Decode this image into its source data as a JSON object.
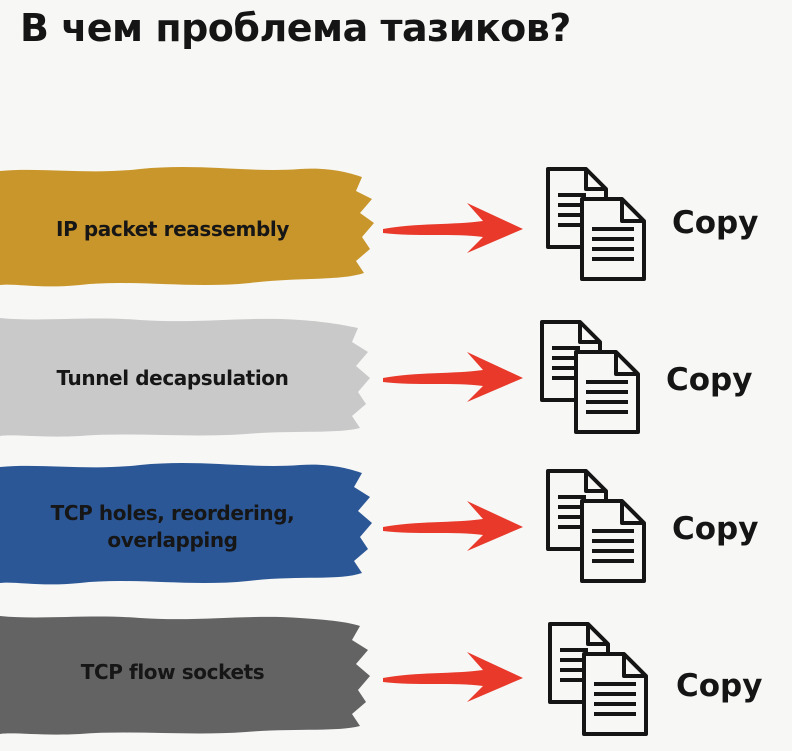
{
  "title": "В чем проблема тазиков?",
  "icons": {
    "arrow": "red-arrow-icon",
    "documents": "copy-documents-icon"
  },
  "colors": {
    "arrow": "#e8392a",
    "ink": "#151515"
  },
  "rows": [
    {
      "label": "IP packet reassembly",
      "color": "#c9962b",
      "copy_label": "Copy"
    },
    {
      "label": "Tunnel decapsulation",
      "color": "#c9c9c9",
      "copy_label": "Copy"
    },
    {
      "label": "TCP holes, reordering, overlapping",
      "color": "#2b5797",
      "copy_label": "Copy"
    },
    {
      "label": "TCP flow sockets",
      "color": "#636363",
      "copy_label": "Copy"
    }
  ]
}
